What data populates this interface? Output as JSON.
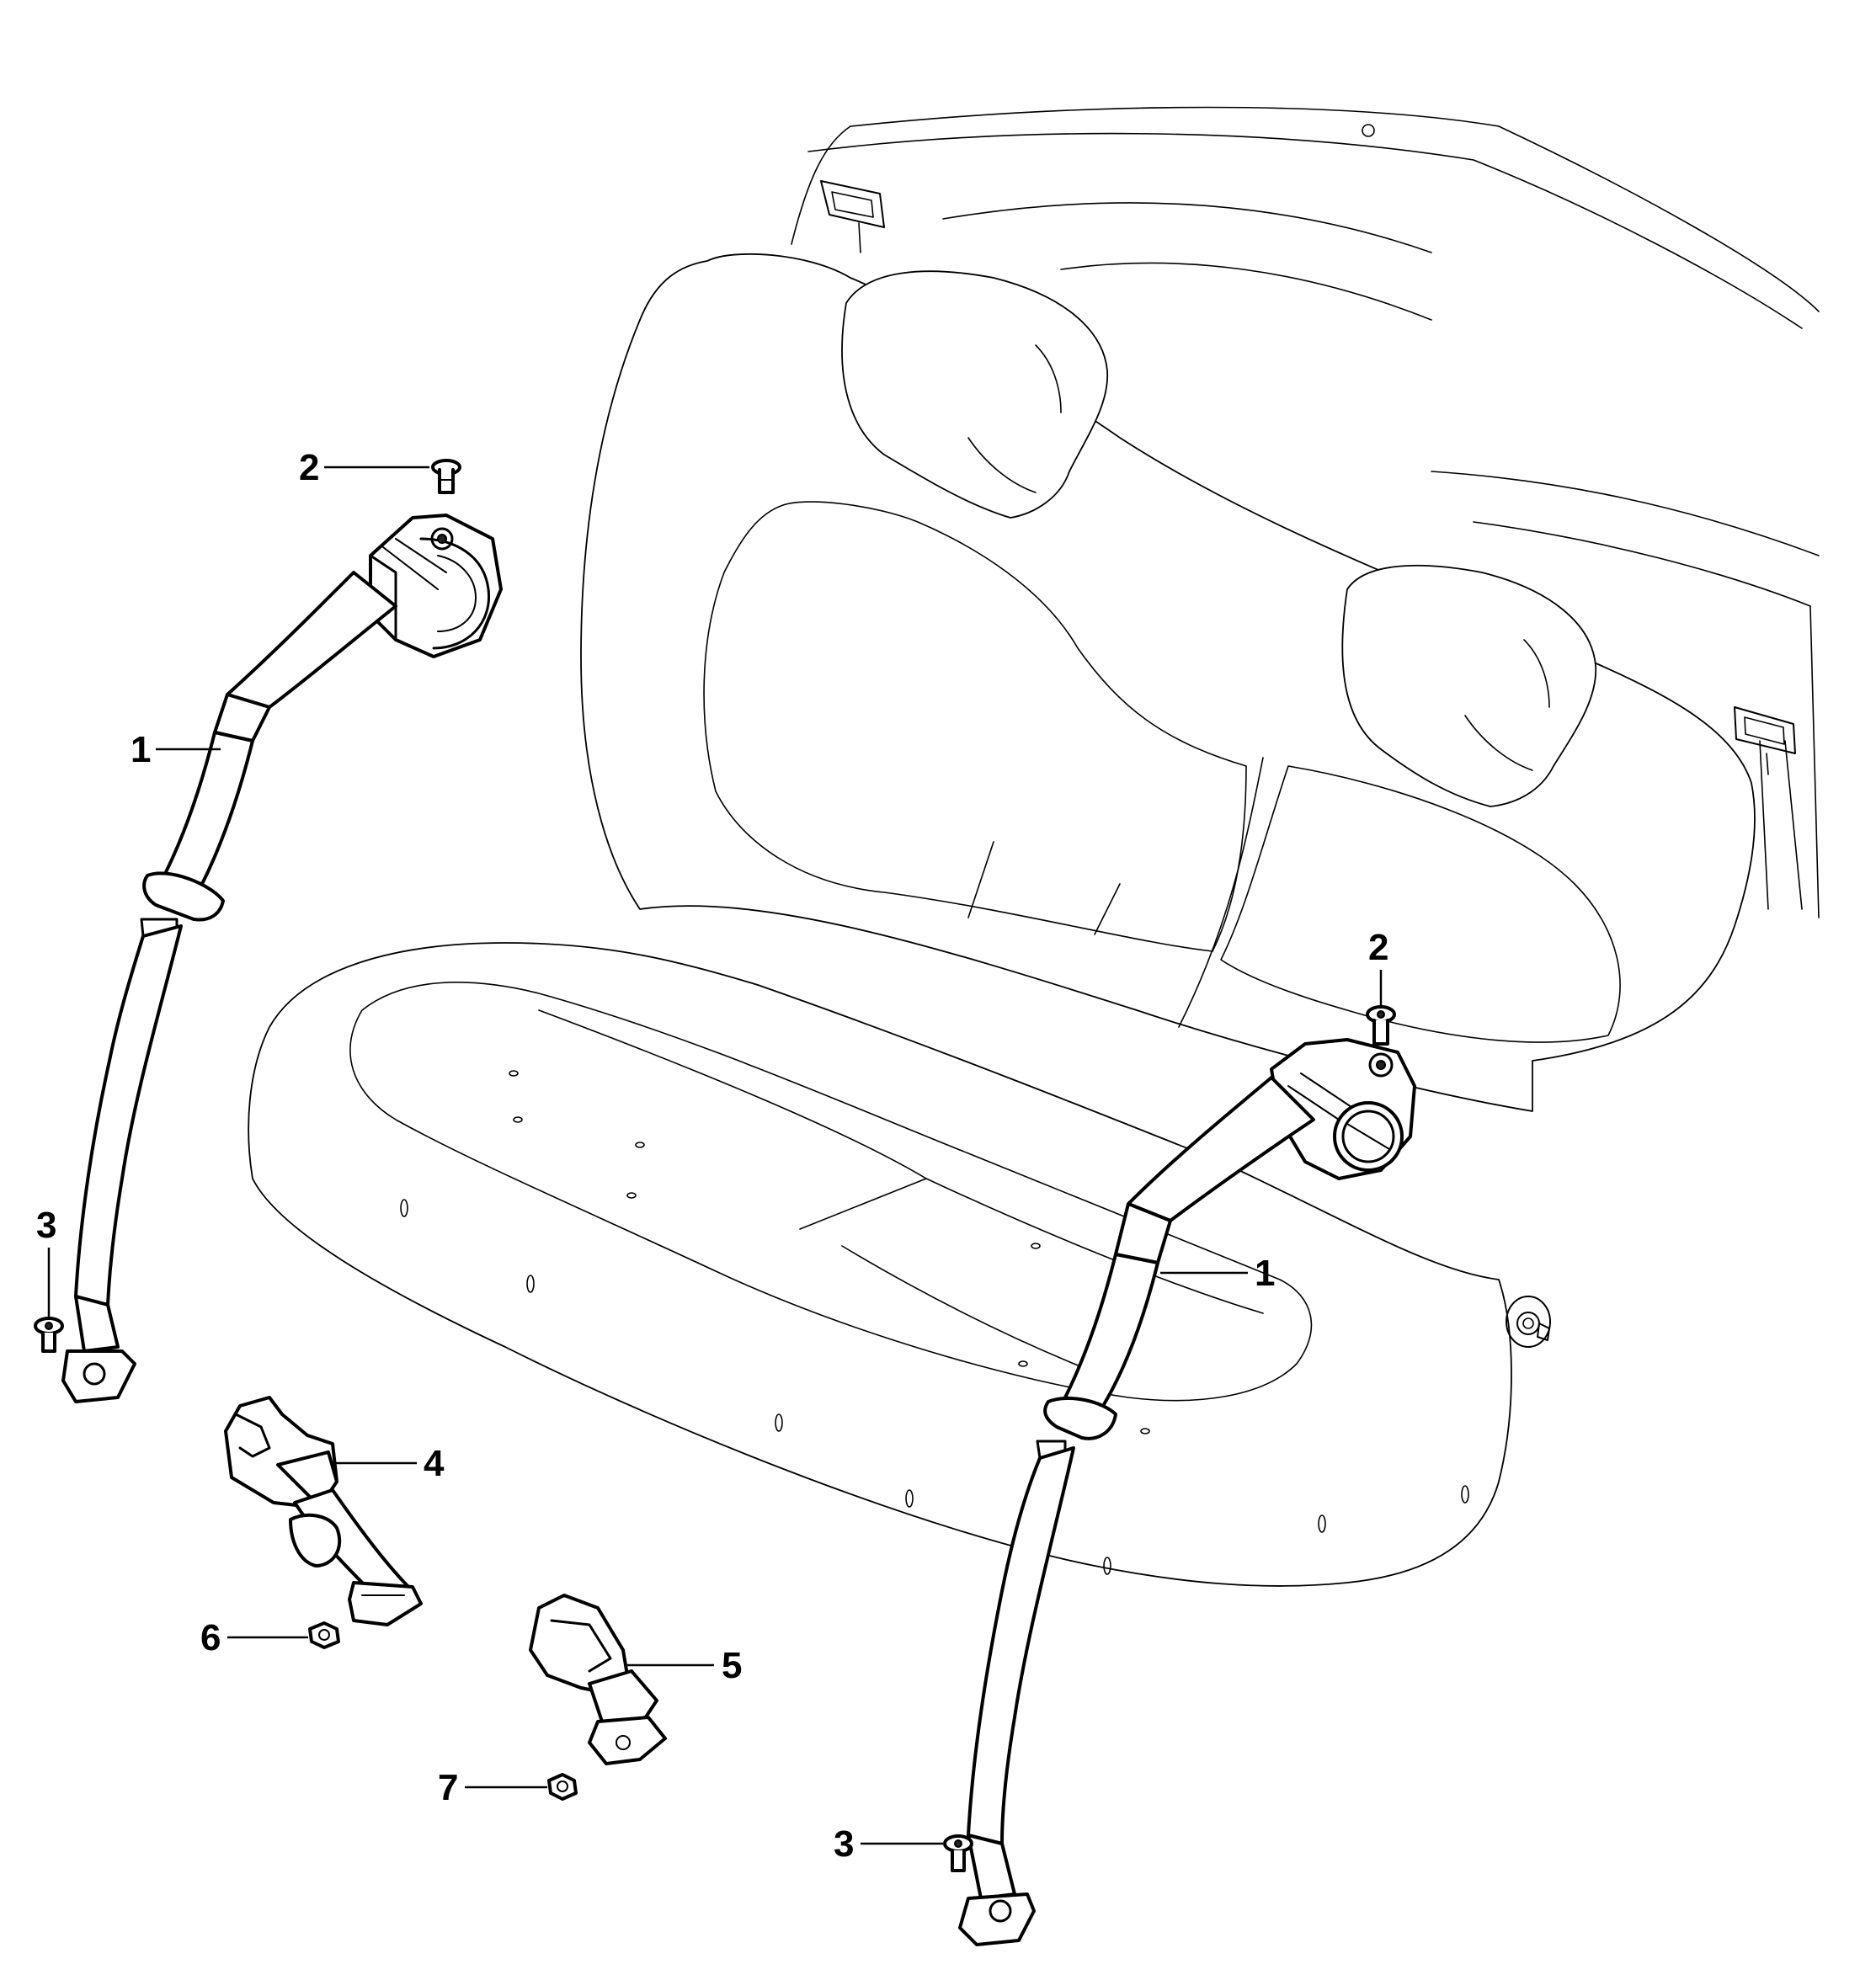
{
  "diagram": {
    "callouts": [
      {
        "id": "c2a",
        "label": "2"
      },
      {
        "id": "c1a",
        "label": "1"
      },
      {
        "id": "c3a",
        "label": "3"
      },
      {
        "id": "c4",
        "label": "4"
      },
      {
        "id": "c6",
        "label": "6"
      },
      {
        "id": "c5",
        "label": "5"
      },
      {
        "id": "c7",
        "label": "7"
      },
      {
        "id": "c2b",
        "label": "2"
      },
      {
        "id": "c1b",
        "label": "1"
      },
      {
        "id": "c3b",
        "label": "3"
      }
    ]
  }
}
